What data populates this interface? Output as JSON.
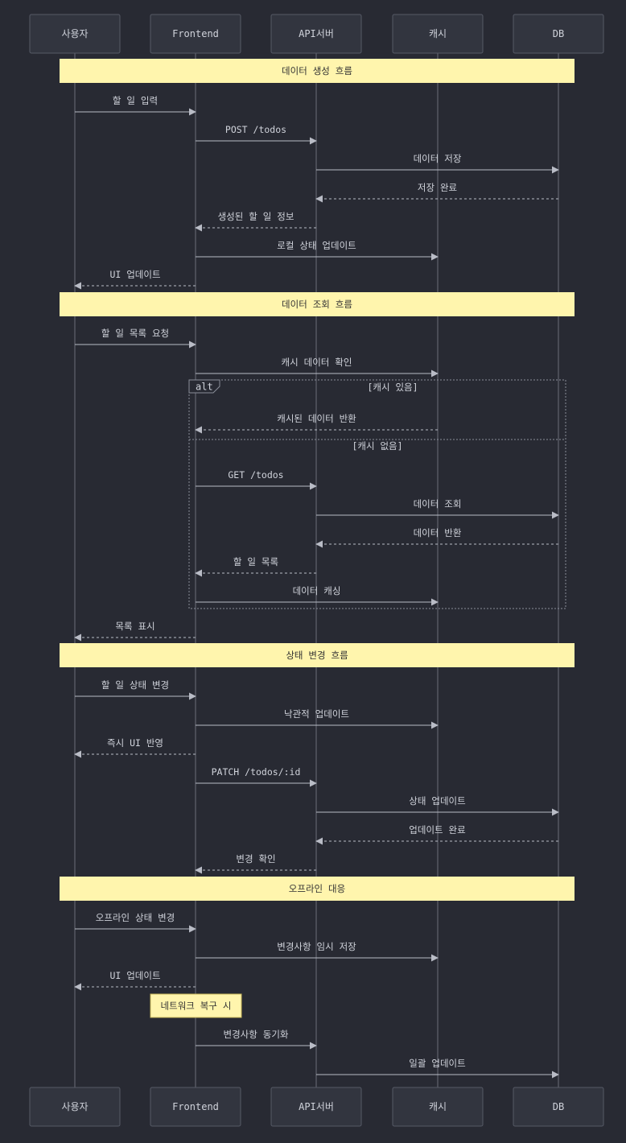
{
  "actors": [
    "사용자",
    "Frontend",
    "API서버",
    "캐시",
    "DB"
  ],
  "sections": [
    "데이터 생성 흐름",
    "데이터 조회 흐름",
    "상태 변경 흐름",
    "오프라인 대응"
  ],
  "messages": [
    {
      "from": 0,
      "to": 1,
      "label": "할 일 입력",
      "dashed": false
    },
    {
      "from": 1,
      "to": 2,
      "label": "POST /todos",
      "dashed": false
    },
    {
      "from": 2,
      "to": 4,
      "label": "데이터 저장",
      "dashed": false
    },
    {
      "from": 4,
      "to": 2,
      "label": "저장 완료",
      "dashed": true
    },
    {
      "from": 2,
      "to": 1,
      "label": "생성된 할 일 정보",
      "dashed": true
    },
    {
      "from": 1,
      "to": 3,
      "label": "로컬 상태 업데이트",
      "dashed": false
    },
    {
      "from": 1,
      "to": 0,
      "label": "UI 업데이트",
      "dashed": true
    },
    {
      "from": 0,
      "to": 1,
      "label": "할 일 목록 요청",
      "dashed": false
    },
    {
      "from": 1,
      "to": 3,
      "label": "캐시 데이터 확인",
      "dashed": false
    },
    {
      "from": 3,
      "to": 1,
      "label": "캐시된 데이터 반환",
      "dashed": true
    },
    {
      "from": 1,
      "to": 2,
      "label": "GET /todos",
      "dashed": false
    },
    {
      "from": 2,
      "to": 4,
      "label": "데이터 조회",
      "dashed": false
    },
    {
      "from": 4,
      "to": 2,
      "label": "데이터 반환",
      "dashed": true
    },
    {
      "from": 2,
      "to": 1,
      "label": "할 일 목록",
      "dashed": true
    },
    {
      "from": 1,
      "to": 3,
      "label": "데이터 캐싱",
      "dashed": false
    },
    {
      "from": 1,
      "to": 0,
      "label": "목록 표시",
      "dashed": true
    },
    {
      "from": 0,
      "to": 1,
      "label": "할 일 상태 변경",
      "dashed": false
    },
    {
      "from": 1,
      "to": 3,
      "label": "낙관적 업데이트",
      "dashed": false
    },
    {
      "from": 1,
      "to": 0,
      "label": "즉시 UI 반영",
      "dashed": true
    },
    {
      "from": 1,
      "to": 2,
      "label": "PATCH /todos/:id",
      "dashed": false
    },
    {
      "from": 2,
      "to": 4,
      "label": "상태 업데이트",
      "dashed": false
    },
    {
      "from": 4,
      "to": 2,
      "label": "업데이트 완료",
      "dashed": true
    },
    {
      "from": 2,
      "to": 1,
      "label": "변경 확인",
      "dashed": true
    },
    {
      "from": 0,
      "to": 1,
      "label": "오프라인 상태 변경",
      "dashed": false
    },
    {
      "from": 1,
      "to": 3,
      "label": "변경사항 임시 저장",
      "dashed": false
    },
    {
      "from": 1,
      "to": 0,
      "label": "UI 업데이트",
      "dashed": true
    },
    {
      "from": 1,
      "to": 2,
      "label": "변경사항 동기화",
      "dashed": false
    },
    {
      "from": 2,
      "to": 4,
      "label": "일괄 업데이트",
      "dashed": false
    }
  ],
  "alt": {
    "keyword": "alt",
    "condition_1": "[캐시 있음]",
    "condition_2": "[캐시 없음]"
  },
  "note": "네트워크 복구 시"
}
